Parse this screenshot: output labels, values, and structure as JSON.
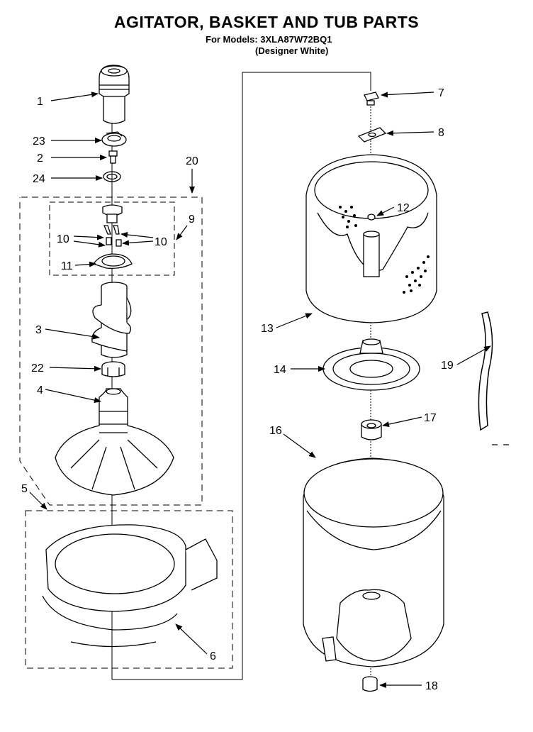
{
  "diagram": {
    "title": "AGITATOR, BASKET AND TUB PARTS",
    "subtitle_line1": "For Models: 3XLA87W72BQ1",
    "subtitle_line2": "(Designer White)",
    "callouts": {
      "c1": "1",
      "c23": "23",
      "c2": "2",
      "c24": "24",
      "c20": "20",
      "c9": "9",
      "c10a": "10",
      "c10b": "10",
      "c11": "11",
      "c3": "3",
      "c22": "22",
      "c4": "4",
      "c5": "5",
      "c6": "6",
      "c7": "7",
      "c8": "8",
      "c12": "12",
      "c13": "13",
      "c14": "14",
      "c19": "19",
      "c17": "17",
      "c16": "16",
      "c18": "18"
    }
  }
}
